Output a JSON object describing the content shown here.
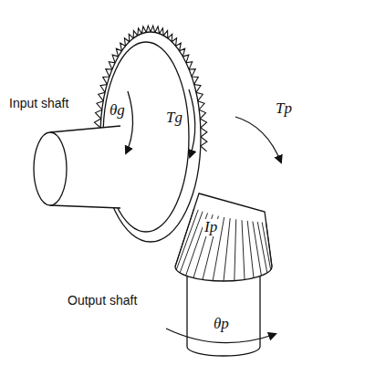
{
  "diagram": {
    "labels": [
      "Input shaft",
      "θg",
      "Tg",
      "Ip",
      "Tp",
      "Output shaft",
      "θp"
    ]
  }
}
